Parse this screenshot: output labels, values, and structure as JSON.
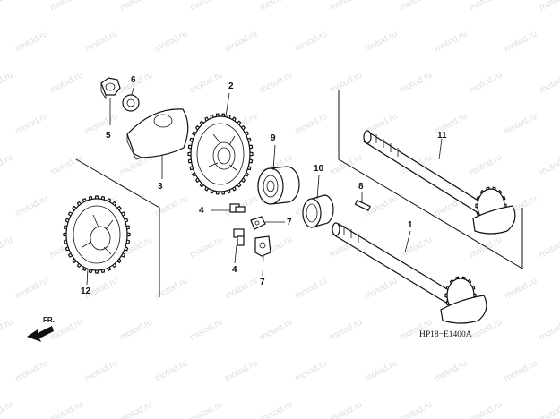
{
  "watermark": "motod.ru",
  "diagram_code": "HP18−E1400A",
  "direction_label": "FR.",
  "callouts": {
    "c1": "1",
    "c2": "2",
    "c3": "3",
    "c4a": "4",
    "c4b": "4",
    "c5": "5",
    "c6": "6",
    "c7a": "7",
    "c7b": "7",
    "c8": "8",
    "c9": "9",
    "c10": "10",
    "c11": "11",
    "c12": "12"
  },
  "colors": {
    "line": "#111111",
    "watermark": "#dedede",
    "background": "#ffffff"
  }
}
